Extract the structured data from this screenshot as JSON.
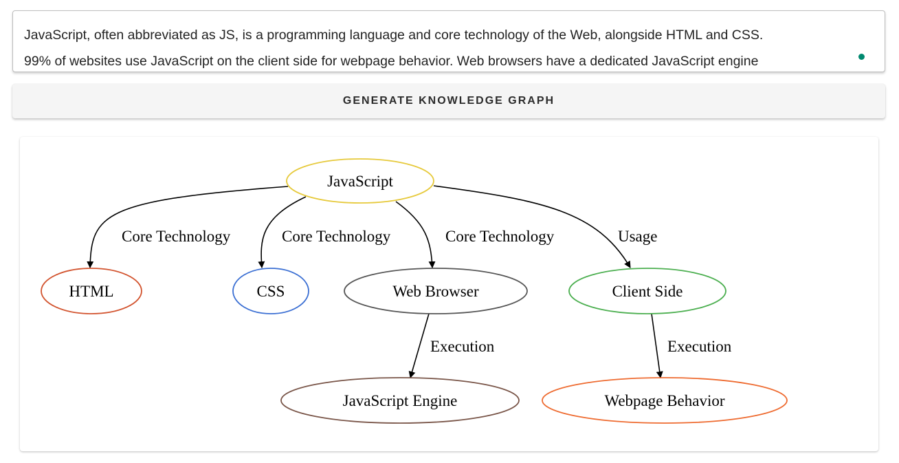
{
  "input": {
    "line1": "JavaScript, often abbreviated as JS, is a programming language and core technology of the Web, alongside HTML and CSS.",
    "line2": "99% of websites use JavaScript on the client side for webpage behavior. Web browsers have a dedicated JavaScript engine",
    "status_color": "#00896f"
  },
  "button": {
    "label": "GENERATE KNOWLEDGE GRAPH"
  },
  "graph": {
    "nodes": [
      {
        "id": "javascript",
        "label": "JavaScript",
        "color": "#e6c93a"
      },
      {
        "id": "html",
        "label": "HTML",
        "color": "#d2532e"
      },
      {
        "id": "css",
        "label": "CSS",
        "color": "#3b6fd3"
      },
      {
        "id": "web-browser",
        "label": "Web Browser",
        "color": "#555555"
      },
      {
        "id": "client-side",
        "label": "Client Side",
        "color": "#4caf50"
      },
      {
        "id": "javascript-engine",
        "label": "JavaScript Engine",
        "color": "#795548"
      },
      {
        "id": "webpage-behavior",
        "label": "Webpage Behavior",
        "color": "#ee6a2f"
      }
    ],
    "edges": [
      {
        "from": "javascript",
        "to": "html",
        "label": "Core Technology"
      },
      {
        "from": "javascript",
        "to": "css",
        "label": "Core Technology"
      },
      {
        "from": "javascript",
        "to": "web-browser",
        "label": "Core Technology"
      },
      {
        "from": "javascript",
        "to": "client-side",
        "label": "Usage"
      },
      {
        "from": "web-browser",
        "to": "javascript-engine",
        "label": "Execution"
      },
      {
        "from": "client-side",
        "to": "webpage-behavior",
        "label": "Execution"
      }
    ]
  }
}
